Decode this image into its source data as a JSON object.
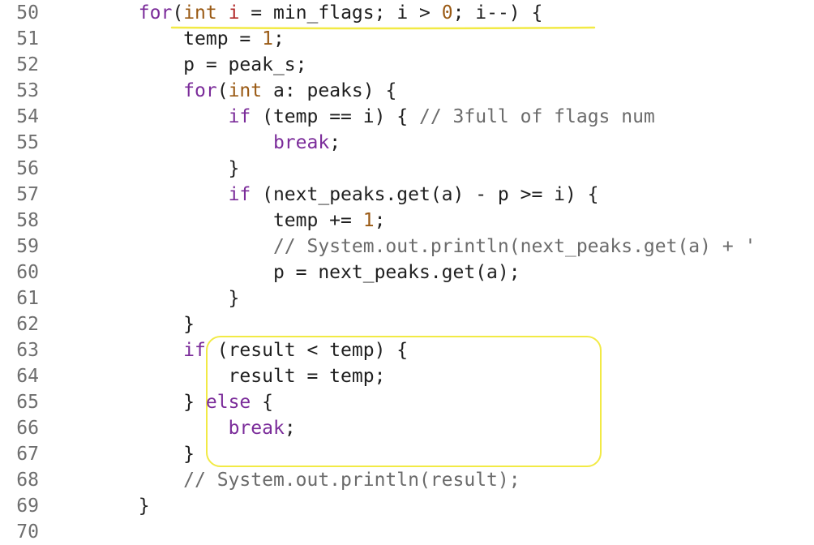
{
  "lines": [
    {
      "n": "50",
      "tokens": [
        {
          "t": "        "
        },
        {
          "t": "for",
          "c": "kw"
        },
        {
          "t": "("
        },
        {
          "t": "int",
          "c": "ty"
        },
        {
          "t": " "
        },
        {
          "t": "i",
          "c": "var"
        },
        {
          "t": " = min_flags; i > "
        },
        {
          "t": "0",
          "c": "num"
        },
        {
          "t": "; i--) {"
        }
      ]
    },
    {
      "n": "51",
      "tokens": [
        {
          "t": "            temp = "
        },
        {
          "t": "1",
          "c": "num"
        },
        {
          "t": ";"
        }
      ]
    },
    {
      "n": "52",
      "tokens": [
        {
          "t": "            p = peak_s;"
        }
      ]
    },
    {
      "n": "53",
      "tokens": [
        {
          "t": "            "
        },
        {
          "t": "for",
          "c": "kw"
        },
        {
          "t": "("
        },
        {
          "t": "int",
          "c": "ty"
        },
        {
          "t": " a: peaks) {"
        }
      ]
    },
    {
      "n": "54",
      "tokens": [
        {
          "t": "                "
        },
        {
          "t": "if",
          "c": "kw"
        },
        {
          "t": " (temp == i) { "
        },
        {
          "t": "// 3full of flags num",
          "c": "cm"
        }
      ]
    },
    {
      "n": "55",
      "tokens": [
        {
          "t": "                    "
        },
        {
          "t": "break",
          "c": "kw"
        },
        {
          "t": ";"
        }
      ]
    },
    {
      "n": "56",
      "tokens": [
        {
          "t": "                }"
        }
      ]
    },
    {
      "n": "57",
      "tokens": [
        {
          "t": "                "
        },
        {
          "t": "if",
          "c": "kw"
        },
        {
          "t": " (next_peaks.get(a) - p >= i) {"
        }
      ]
    },
    {
      "n": "58",
      "tokens": [
        {
          "t": "                    temp += "
        },
        {
          "t": "1",
          "c": "num"
        },
        {
          "t": ";"
        }
      ]
    },
    {
      "n": "59",
      "tokens": [
        {
          "t": "                    "
        },
        {
          "t": "// System.out.println(next_peaks.get(a) + '",
          "c": "cm"
        }
      ]
    },
    {
      "n": "60",
      "tokens": [
        {
          "t": "                    p = next_peaks.get(a);"
        }
      ]
    },
    {
      "n": "61",
      "tokens": [
        {
          "t": "                }"
        }
      ]
    },
    {
      "n": "62",
      "tokens": [
        {
          "t": "            }"
        }
      ]
    },
    {
      "n": "63",
      "tokens": [
        {
          "t": "            "
        },
        {
          "t": "if",
          "c": "kw"
        },
        {
          "t": " (result < temp) {"
        }
      ]
    },
    {
      "n": "64",
      "tokens": [
        {
          "t": "                result = temp;"
        }
      ]
    },
    {
      "n": "65",
      "tokens": [
        {
          "t": "            } "
        },
        {
          "t": "else",
          "c": "kw"
        },
        {
          "t": " {"
        }
      ]
    },
    {
      "n": "66",
      "tokens": [
        {
          "t": "                "
        },
        {
          "t": "break",
          "c": "kw"
        },
        {
          "t": ";"
        }
      ]
    },
    {
      "n": "67",
      "tokens": [
        {
          "t": "            }"
        }
      ]
    },
    {
      "n": "68",
      "tokens": [
        {
          "t": "            "
        },
        {
          "t": "// System.out.println(result);",
          "c": "cm"
        }
      ]
    },
    {
      "n": "69",
      "tokens": [
        {
          "t": "        }"
        }
      ]
    },
    {
      "n": "70",
      "tokens": []
    }
  ],
  "highlight_color": "#f2ea45"
}
